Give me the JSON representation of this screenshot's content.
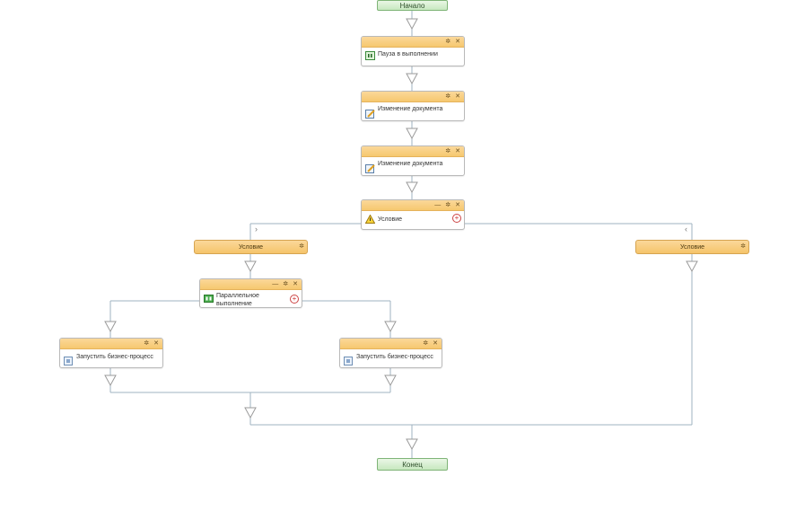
{
  "diagram": {
    "start_label": "Начало",
    "end_label": "Конец",
    "steps": {
      "pause": "Пауза в выполнении",
      "doc_change_1": "Изменение документа",
      "doc_change_2": "Изменение документа",
      "condition": "Условие",
      "parallel": "Параллельное выполнение",
      "launch_left": "Запустить бизнес-процесс",
      "launch_right": "Запустить бизнес-процесс"
    },
    "branches": {
      "left": "Условие",
      "right": "Условие"
    },
    "icons": {
      "gear": "gear-icon",
      "close": "close-icon",
      "collapse": "collapse-icon",
      "add": "add-branch-icon",
      "pause": "pause-icon",
      "edit": "edit-document-icon",
      "condition": "condition-warning-icon",
      "parallel": "parallel-icon",
      "process": "process-icon"
    },
    "colors": {
      "header": "#f6c86f",
      "terminal": "#c7e8bf",
      "connector": "#9fb3c1"
    }
  }
}
